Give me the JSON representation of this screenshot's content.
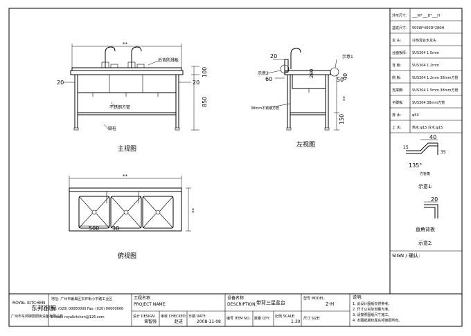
{
  "views": {
    "main": {
      "title": "主视图",
      "dim_top": "**",
      "dim_height": "100",
      "dim_total": "850",
      "dim_left": "20",
      "dim_right": "20",
      "note_backsplash": "后背防溅板",
      "note_pipe": "不锈钢方管",
      "note_leg": "脚柱"
    },
    "side": {
      "title": "左视图",
      "dim_20": "20",
      "dim_60": "60",
      "dim_280": "280",
      "dim_40": "40",
      "dim_50": "50",
      "dim_150": "150",
      "dim_right": "**",
      "note_detail1": "示意1",
      "note_detail2": "示意2",
      "note_pipe": "38mm不锈钢方管"
    },
    "top": {
      "title": "俯视图",
      "dim_top": "**",
      "dim_500": "500",
      "dim_30": "30",
      "dim_right": "**"
    }
  },
  "details": {
    "d1": {
      "dim_40": "40",
      "dim_35": "35",
      "dim_15": "15",
      "angle": "135°",
      "note": "方管角",
      "title": "示意1:"
    },
    "d2": {
      "dim_20": "20",
      "note": "直角背板",
      "title": "示意2:"
    }
  },
  "spec_table": [
    {
      "label": "外形尺寸:",
      "value": "___W*___D*___H"
    },
    {
      "label": "盆底尺寸:",
      "value": "500W*400D*280H"
    },
    {
      "label": "龙  头:",
      "value": "冷热混合水龙头"
    },
    {
      "label": "台面板厚:",
      "value": "SUS304 1.5mm"
    },
    {
      "label": "背  板:",
      "value": "SUS304 1.2mm"
    },
    {
      "label": "侧  板:",
      "value": "SUS304 1.2mm 38mm方管"
    },
    {
      "label": "支撑脚:",
      "value": "SUS304 1.5mm 38mm方管"
    },
    {
      "label": "子脚板:",
      "value": "SUS304 38mm方管"
    },
    {
      "label": "排  水:",
      "value": "φ50"
    },
    {
      "label": "上  水:",
      "value": "热水:φ15   冷水:φ15"
    }
  ],
  "sign_label": "SIGN / 确认:",
  "title_block": {
    "logo_en": "ROYAL KITCHEN",
    "logo_cn": "东邦御厨",
    "company": "广州市东邦御厨厨房设备有限公司",
    "address": "地址: 广州市番禺区东环街小平路工业区",
    "tel": "Tel: (020) 00000000  Fax: (020) 00000000",
    "email": "E-mail: royalkitchen@126.com",
    "project_label": "工程名称",
    "project_en": "PROJECT NAME:",
    "design_label": "设计 DESIGN:",
    "design_value": "曾智强",
    "check_label": "审核 CHECKED:",
    "check_value": "赵进",
    "date_label": "日期 DATE:",
    "date_value": "2008-11-08",
    "desc_label": "设备名称",
    "desc_en": "DESCRIPTION:",
    "desc_value": "带背三星盆台",
    "item_label": "编号 ITEM NO.:",
    "qty_label": "数量 QTY:",
    "scale_label": "比例 SCALE:",
    "scale_value": "1:30",
    "model_label": "型号 MODEL:",
    "model_value": "2-H",
    "size_label": "尺寸 SIZE:",
    "notes_title": "说明:",
    "notes": [
      "1. 此设计图纸仅供参考。",
      "2. 尺寸以实际测量为准。",
      "3. 请按照图纸尺寸施工。",
      "4. 本图纸版权属东邦御厨所有。"
    ]
  }
}
